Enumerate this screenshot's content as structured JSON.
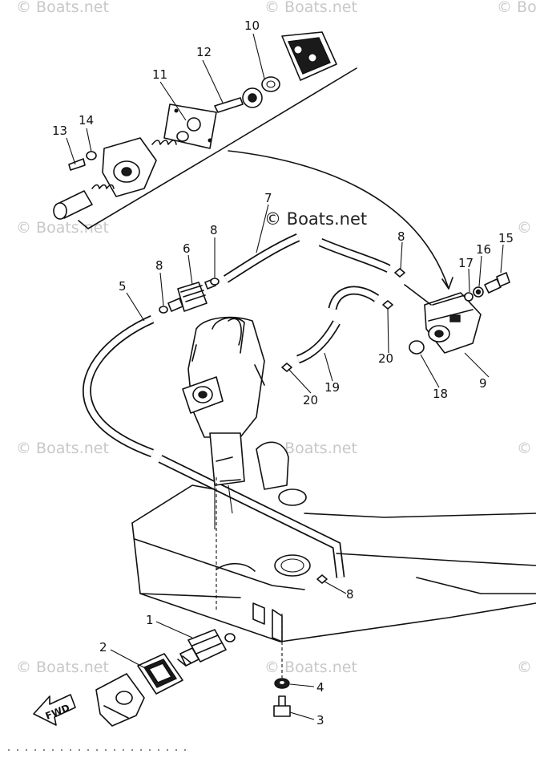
{
  "watermarks": [
    {
      "id": "wm1",
      "text": "© Boats.net"
    },
    {
      "id": "wm2",
      "text": "© Boats.net"
    },
    {
      "id": "wm3",
      "text": "© Boats.net"
    },
    {
      "id": "wm4",
      "text": "© Boats.net"
    },
    {
      "id": "wm5",
      "text": "© Boats.net"
    },
    {
      "id": "wm6",
      "text": "© Boats.net"
    },
    {
      "id": "wm7",
      "text": "© Boats.net"
    },
    {
      "id": "wm8",
      "text": "© Boats.net"
    },
    {
      "id": "wm9",
      "text": "© Boats.net"
    },
    {
      "id": "wm10",
      "text": "© Boats.net"
    },
    {
      "id": "wm11",
      "text": "© Boats.net"
    }
  ],
  "center_watermark": "© Boats.net",
  "part_numbers": {
    "p1": "1",
    "p2": "2",
    "p3": "3",
    "p4": "4",
    "p5": "5",
    "p6": "6",
    "p7": "7",
    "p8a": "8",
    "p8b": "8",
    "p8c": "8",
    "p8d": "8",
    "p9": "9",
    "p10": "10",
    "p11": "11",
    "p12": "12",
    "p13": "13",
    "p14": "14",
    "p15": "15",
    "p16": "16",
    "p17": "17",
    "p18": "18",
    "p19": "19",
    "p20a": "20",
    "p20b": "20"
  },
  "fwd_label": "FWD"
}
